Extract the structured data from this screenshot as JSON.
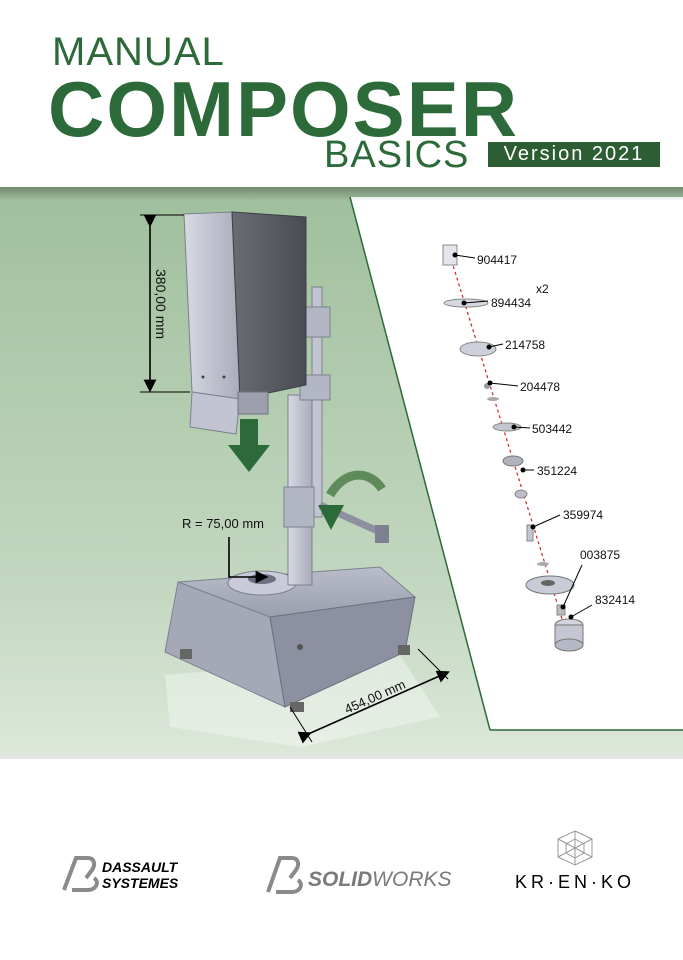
{
  "title": {
    "line1": "MANUAL",
    "line2": "COMPOSER",
    "line3": "BASICS",
    "version": "Version 2021"
  },
  "hero": {
    "dimensions": {
      "height": "380,00 mm",
      "radius": "R = 75,00 mm",
      "width": "454,00 mm"
    },
    "parts": [
      {
        "id": "904417",
        "qty": ""
      },
      {
        "id": "894434",
        "qty": "x2"
      },
      {
        "id": "214758",
        "qty": ""
      },
      {
        "id": "204478",
        "qty": ""
      },
      {
        "id": "503442",
        "qty": ""
      },
      {
        "id": "351224",
        "qty": ""
      },
      {
        "id": "359974",
        "qty": ""
      },
      {
        "id": "003875",
        "qty": ""
      },
      {
        "id": "832414",
        "qty": ""
      }
    ]
  },
  "footer": {
    "logo1_line1": "DASSAULT",
    "logo1_line2": "SYSTEMES",
    "logo2_bold": "SOLID",
    "logo2_light": "WORKS",
    "logo3": "KR·EN·KO"
  },
  "colors": {
    "brand_green": "#2d6a3a",
    "badge_green": "#2d5e33"
  }
}
